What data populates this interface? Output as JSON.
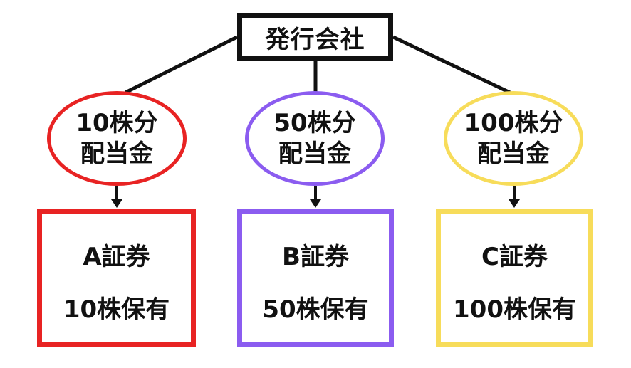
{
  "issuer": {
    "label": "発行会社"
  },
  "dividends": [
    {
      "shares": "10株分",
      "label": "配当金",
      "color": "#e82323"
    },
    {
      "shares": "50株分",
      "label": "配当金",
      "color": "#8b5cf0"
    },
    {
      "shares": "100株分",
      "label": "配当金",
      "color": "#f7dc5a"
    }
  ],
  "holders": [
    {
      "broker": "A証券",
      "holding": "10株保有",
      "color": "#e82323"
    },
    {
      "broker": "B証券",
      "holding": "50株保有",
      "color": "#8b5cf0"
    },
    {
      "broker": "C証券",
      "holding": "100株保有",
      "color": "#f7dc5a"
    }
  ]
}
